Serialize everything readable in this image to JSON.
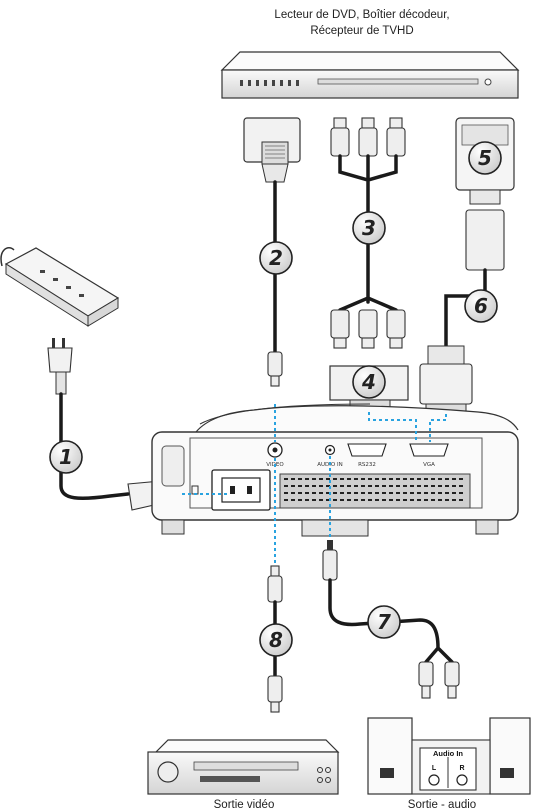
{
  "labels": {
    "source_line1": "Lecteur de DVD, Boîtier décodeur,",
    "source_line2": "Récepteur de TVHD",
    "video_out": "Sortie vidéo",
    "audio_out": "Sortie - audio"
  },
  "ports": {
    "video": "VIDEO",
    "audio_in": "AUDIO IN",
    "rs232": "RS232",
    "vga": "VGA"
  },
  "speaker_panel": {
    "title": "Audio In",
    "left": "L",
    "right": "R"
  },
  "callouts": [
    "1",
    "2",
    "3",
    "4",
    "5",
    "6",
    "7",
    "8"
  ],
  "colors": {
    "dashed_guides": "#29a3e0",
    "cable": "#1a1a1a",
    "device_fill": "#f0f0f0"
  }
}
